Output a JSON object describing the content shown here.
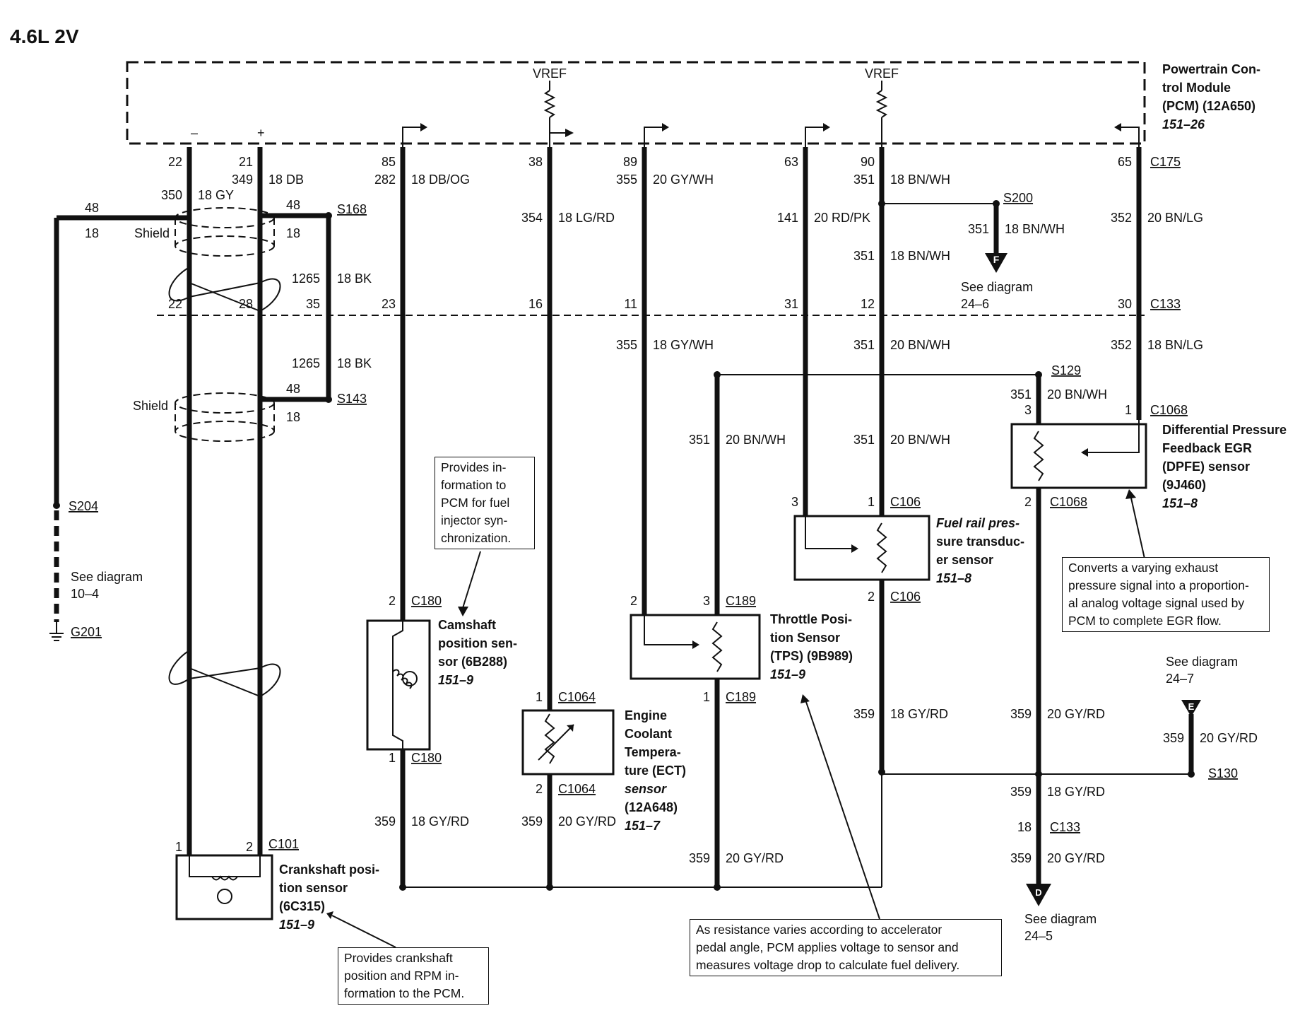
{
  "diagram": {
    "title": "4.6L 2V",
    "pcm": {
      "lines": [
        "Powertrain Con-",
        "trol Module",
        "(PCM) (12A650)"
      ],
      "ref": "151–26",
      "vref_left": "VREF",
      "vref_right": "VREF",
      "minus": "–",
      "plus": "+"
    },
    "connectors": {
      "c175": "C175",
      "c133": "C133",
      "c101": "C101",
      "c180_top": "C180",
      "c180_bot": "C180",
      "c1064_top": "C1064",
      "c1064_bot": "C1064",
      "c189_top": "C189",
      "c189_bot": "C189",
      "c106_top": "C106",
      "c106_bot": "C106",
      "c1068_top": "C1068",
      "c1068_bot": "C1068",
      "c133_low": "C133"
    },
    "splices": {
      "s168": "S168",
      "s143": "S143",
      "s200": "S200",
      "s129": "S129",
      "s204": "S204",
      "s130": "S130",
      "g201": "G201"
    },
    "pins": {
      "p22": "22",
      "p21": "21",
      "p85": "85",
      "p38": "38",
      "p89": "89",
      "p63": "63",
      "p90": "90",
      "p65": "65",
      "p22b": "22",
      "p28": "28",
      "p35": "35",
      "p23": "23",
      "p16": "16",
      "p11": "11",
      "p31": "31",
      "p12": "12",
      "p30": "30",
      "cam2": "2",
      "cam1": "1",
      "ect1": "1",
      "ect2": "2",
      "tps2": "2",
      "tps3": "3",
      "tps1": "1",
      "frp3": "3",
      "frp1": "1",
      "frp2": "2",
      "dpfe3": "3",
      "dpfe1": "1",
      "dpfe2": "2",
      "ckp1": "1",
      "ckp2": "2"
    },
    "wires": {
      "w350": "350",
      "w350c": "18 GY",
      "w349": "349",
      "w349c": "18 DB",
      "w48a": "48",
      "w18a": "18",
      "w48b": "48",
      "w18b": "18",
      "shield1": "Shield",
      "w1265a": "1265",
      "w1265ac": "18 BK",
      "w1265b": "1265",
      "w1265bc": "18 BK",
      "w48c": "48",
      "w18c": "18",
      "shield2": "Shield",
      "w282": "282",
      "w282c": "18 DB/OG",
      "w354": "354",
      "w354c": "18 LG/RD",
      "w355": "355",
      "w355c": "20 GY/WH",
      "w355b": "355",
      "w355bc": "18 GY/WH",
      "w141": "141",
      "w141c": "20 RD/PK",
      "w351a": "351",
      "w351ac": "18 BN/WH",
      "w351b": "351",
      "w351bc": "18 BN/WH",
      "w351c": "351",
      "w351cc": "18 BN/WH",
      "w351d": "351",
      "w351dc": "20 BN/WH",
      "w351e": "351",
      "w351ec": "20 BN/WH",
      "w351f": "351",
      "w351fc": "20 BN/WH",
      "w351g": "351",
      "w351gc": "20 BN/WH",
      "w352": "352",
      "w352c": "20 BN/LG",
      "w352b": "352",
      "w352bc": "18 BN/LG",
      "w359a": "359",
      "w359ac": "18 GY/RD",
      "w359b": "359",
      "w359bc": "20 GY/RD",
      "w359c": "359",
      "w359cc": "20 GY/RD",
      "w359d": "359",
      "w359dc": "18 GY/RD",
      "w359e": "359",
      "w359ec": "20 GY/RD",
      "w359f": "359",
      "w359fc": "20 GY/RD",
      "w359g": "359",
      "w359gc": "18 GY/RD",
      "w18low": "18",
      "w359h": "359",
      "w359hc": "20 GY/RD"
    },
    "see": {
      "f1": "See diagram",
      "f2": "24–6",
      "fl": "F",
      "g1": "See diagram",
      "g2": "10–4",
      "e1": "See diagram",
      "e2": "24–7",
      "el": "E",
      "d1": "See diagram",
      "d2": "24–5",
      "dl": "D"
    },
    "components": {
      "cam": [
        "Camshaft",
        "position sen-",
        "sor (6B288)"
      ],
      "cam_ref": "151–9",
      "ect": [
        "Engine",
        "Coolant",
        "Tempera-",
        "ture (ECT)",
        "sensor",
        "(12A648)"
      ],
      "ect_ref": "151–7",
      "tps": [
        "Throttle Posi-",
        "tion Sensor",
        "(TPS) (9B989)"
      ],
      "tps_ref": "151–9",
      "frp": [
        "Fuel rail pres-",
        "sure transduc-",
        "er sensor"
      ],
      "frp_ref": "151–8",
      "dpfe": [
        "Differential Pressure",
        "Feedback EGR",
        "(DPFE) sensor",
        "(9J460)"
      ],
      "dpfe_ref": "151–8",
      "ckp": [
        "Crankshaft posi-",
        "tion sensor",
        "(6C315)"
      ],
      "ckp_ref": "151–9"
    },
    "notes": {
      "cam": [
        "Provides in-",
        "formation to",
        "PCM for fuel",
        "injector syn-",
        "chronization."
      ],
      "dpfe": [
        "Converts a varying exhaust",
        "pressure signal into a proportion-",
        "al analog voltage signal used by",
        "PCM to complete EGR flow."
      ],
      "tps": [
        "As resistance varies according to accelerator",
        "pedal angle, PCM applies voltage to sensor and",
        "measures voltage drop to calculate fuel delivery."
      ],
      "ckp": [
        "Provides crankshaft",
        "position and RPM in-",
        "formation to the PCM."
      ]
    }
  }
}
